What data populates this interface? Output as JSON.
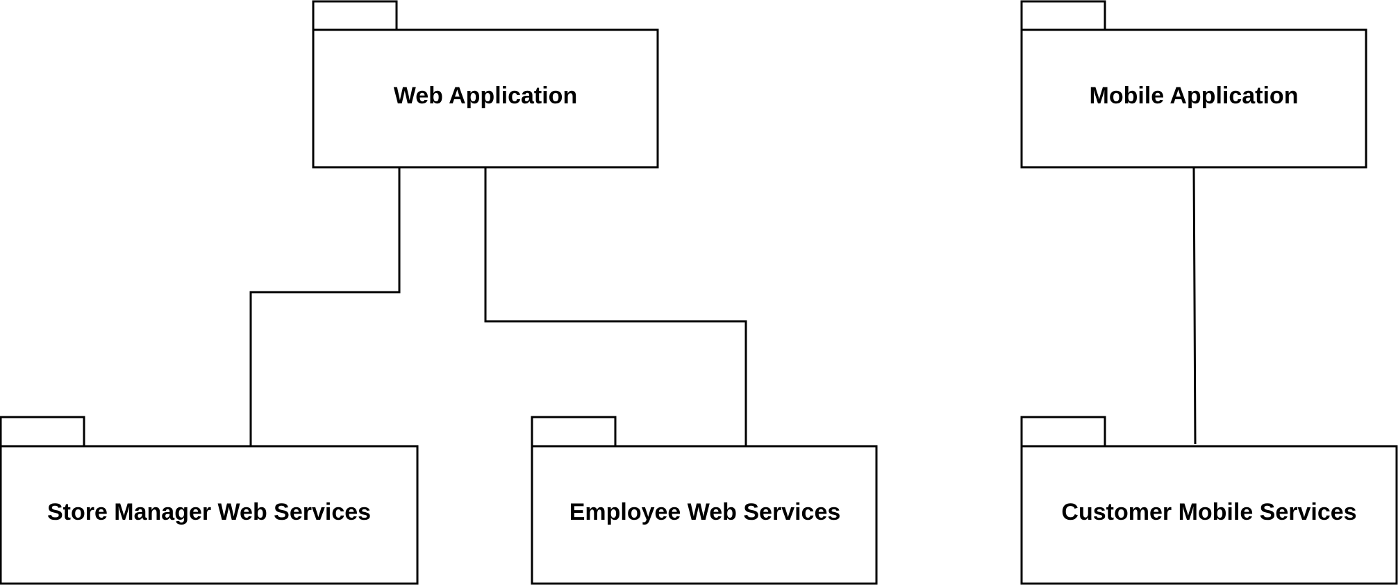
{
  "diagram": {
    "packages": {
      "web_application": {
        "label": "Web Application"
      },
      "mobile_application": {
        "label": "Mobile Application"
      },
      "store_manager_web_services": {
        "label": "Store Manager Web Services"
      },
      "employee_web_services": {
        "label": "Employee Web Services"
      },
      "customer_mobile_services": {
        "label": "Customer Mobile Services"
      }
    },
    "connections": [
      {
        "from": "web_application",
        "to": "store_manager_web_services"
      },
      {
        "from": "web_application",
        "to": "employee_web_services"
      },
      {
        "from": "mobile_application",
        "to": "customer_mobile_services"
      }
    ],
    "colors": {
      "stroke": "#000000",
      "fill": "#ffffff",
      "text": "#000000"
    }
  }
}
